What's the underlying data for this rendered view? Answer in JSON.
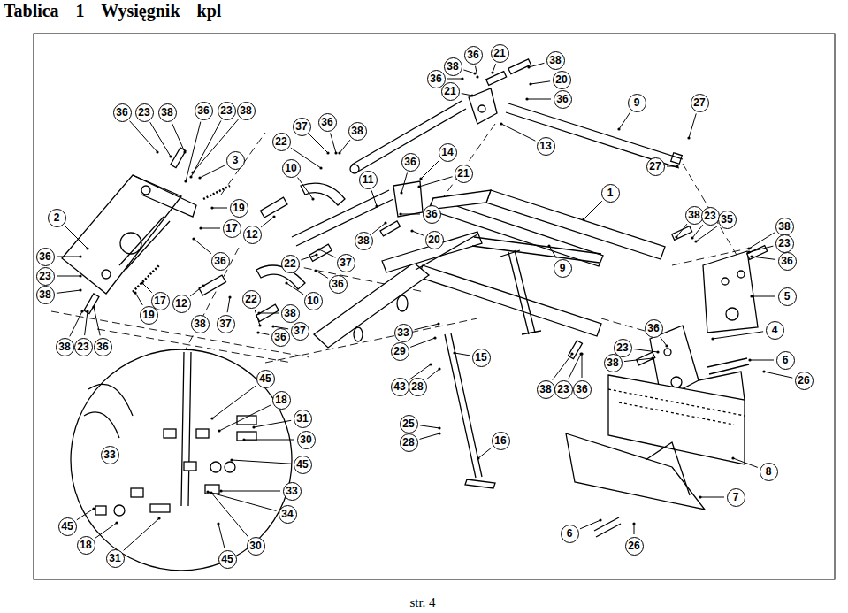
{
  "diagram": {
    "title": "Tablica 1 Wysięgnik kpl",
    "caption": "str. 4",
    "labels": [
      "36",
      "21",
      "38",
      "38",
      "36",
      "20",
      "21",
      "36",
      "9",
      "27",
      "13",
      "27",
      "14",
      "21",
      "36",
      "1",
      "36",
      "38",
      "23",
      "35",
      "38",
      "23",
      "36",
      "20",
      "38",
      "9",
      "5",
      "37",
      "36",
      "38",
      "22",
      "10",
      "11",
      "36",
      "23",
      "38",
      "36",
      "23",
      "38",
      "3",
      "19",
      "17",
      "12",
      "2",
      "36",
      "23",
      "38",
      "36",
      "22",
      "37",
      "36",
      "10",
      "17",
      "12",
      "19",
      "38",
      "37",
      "22",
      "38",
      "37",
      "36",
      "38",
      "23",
      "36",
      "33",
      "29",
      "15",
      "43",
      "28",
      "25",
      "28",
      "16",
      "4",
      "36",
      "23",
      "38",
      "6",
      "26",
      "38",
      "23",
      "36",
      "8",
      "7",
      "6",
      "26",
      "45",
      "18",
      "31",
      "30",
      "45",
      "33",
      "33",
      "34",
      "45",
      "18",
      "31",
      "45",
      "30"
    ]
  }
}
